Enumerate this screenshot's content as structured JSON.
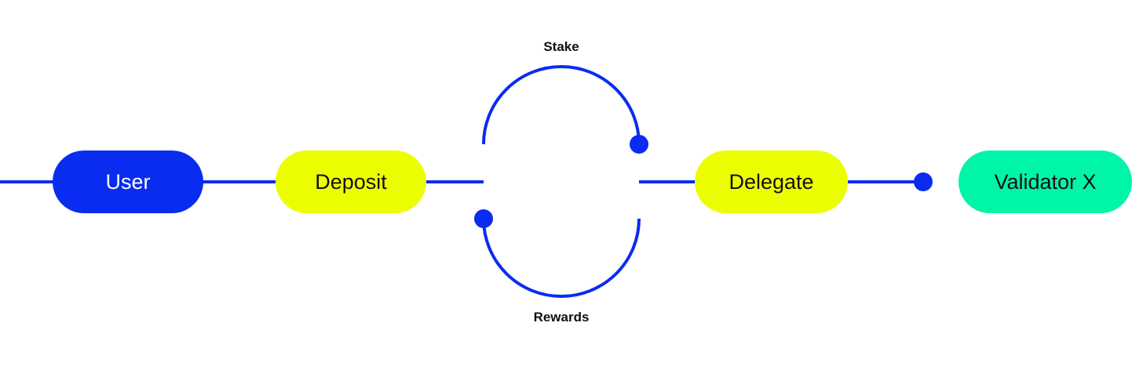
{
  "colors": {
    "line": "#0a2cf0",
    "user_fill": "#0a2cf0",
    "action_fill": "#ebff00",
    "validator_fill": "#00f5a8",
    "text_dark": "#111111",
    "text_light": "#ffffff"
  },
  "nodes": {
    "user": "User",
    "deposit": "Deposit",
    "delegate": "Delegate",
    "validator": "Validator X"
  },
  "edges": {
    "stake": "Stake",
    "rewards": "Rewards"
  }
}
